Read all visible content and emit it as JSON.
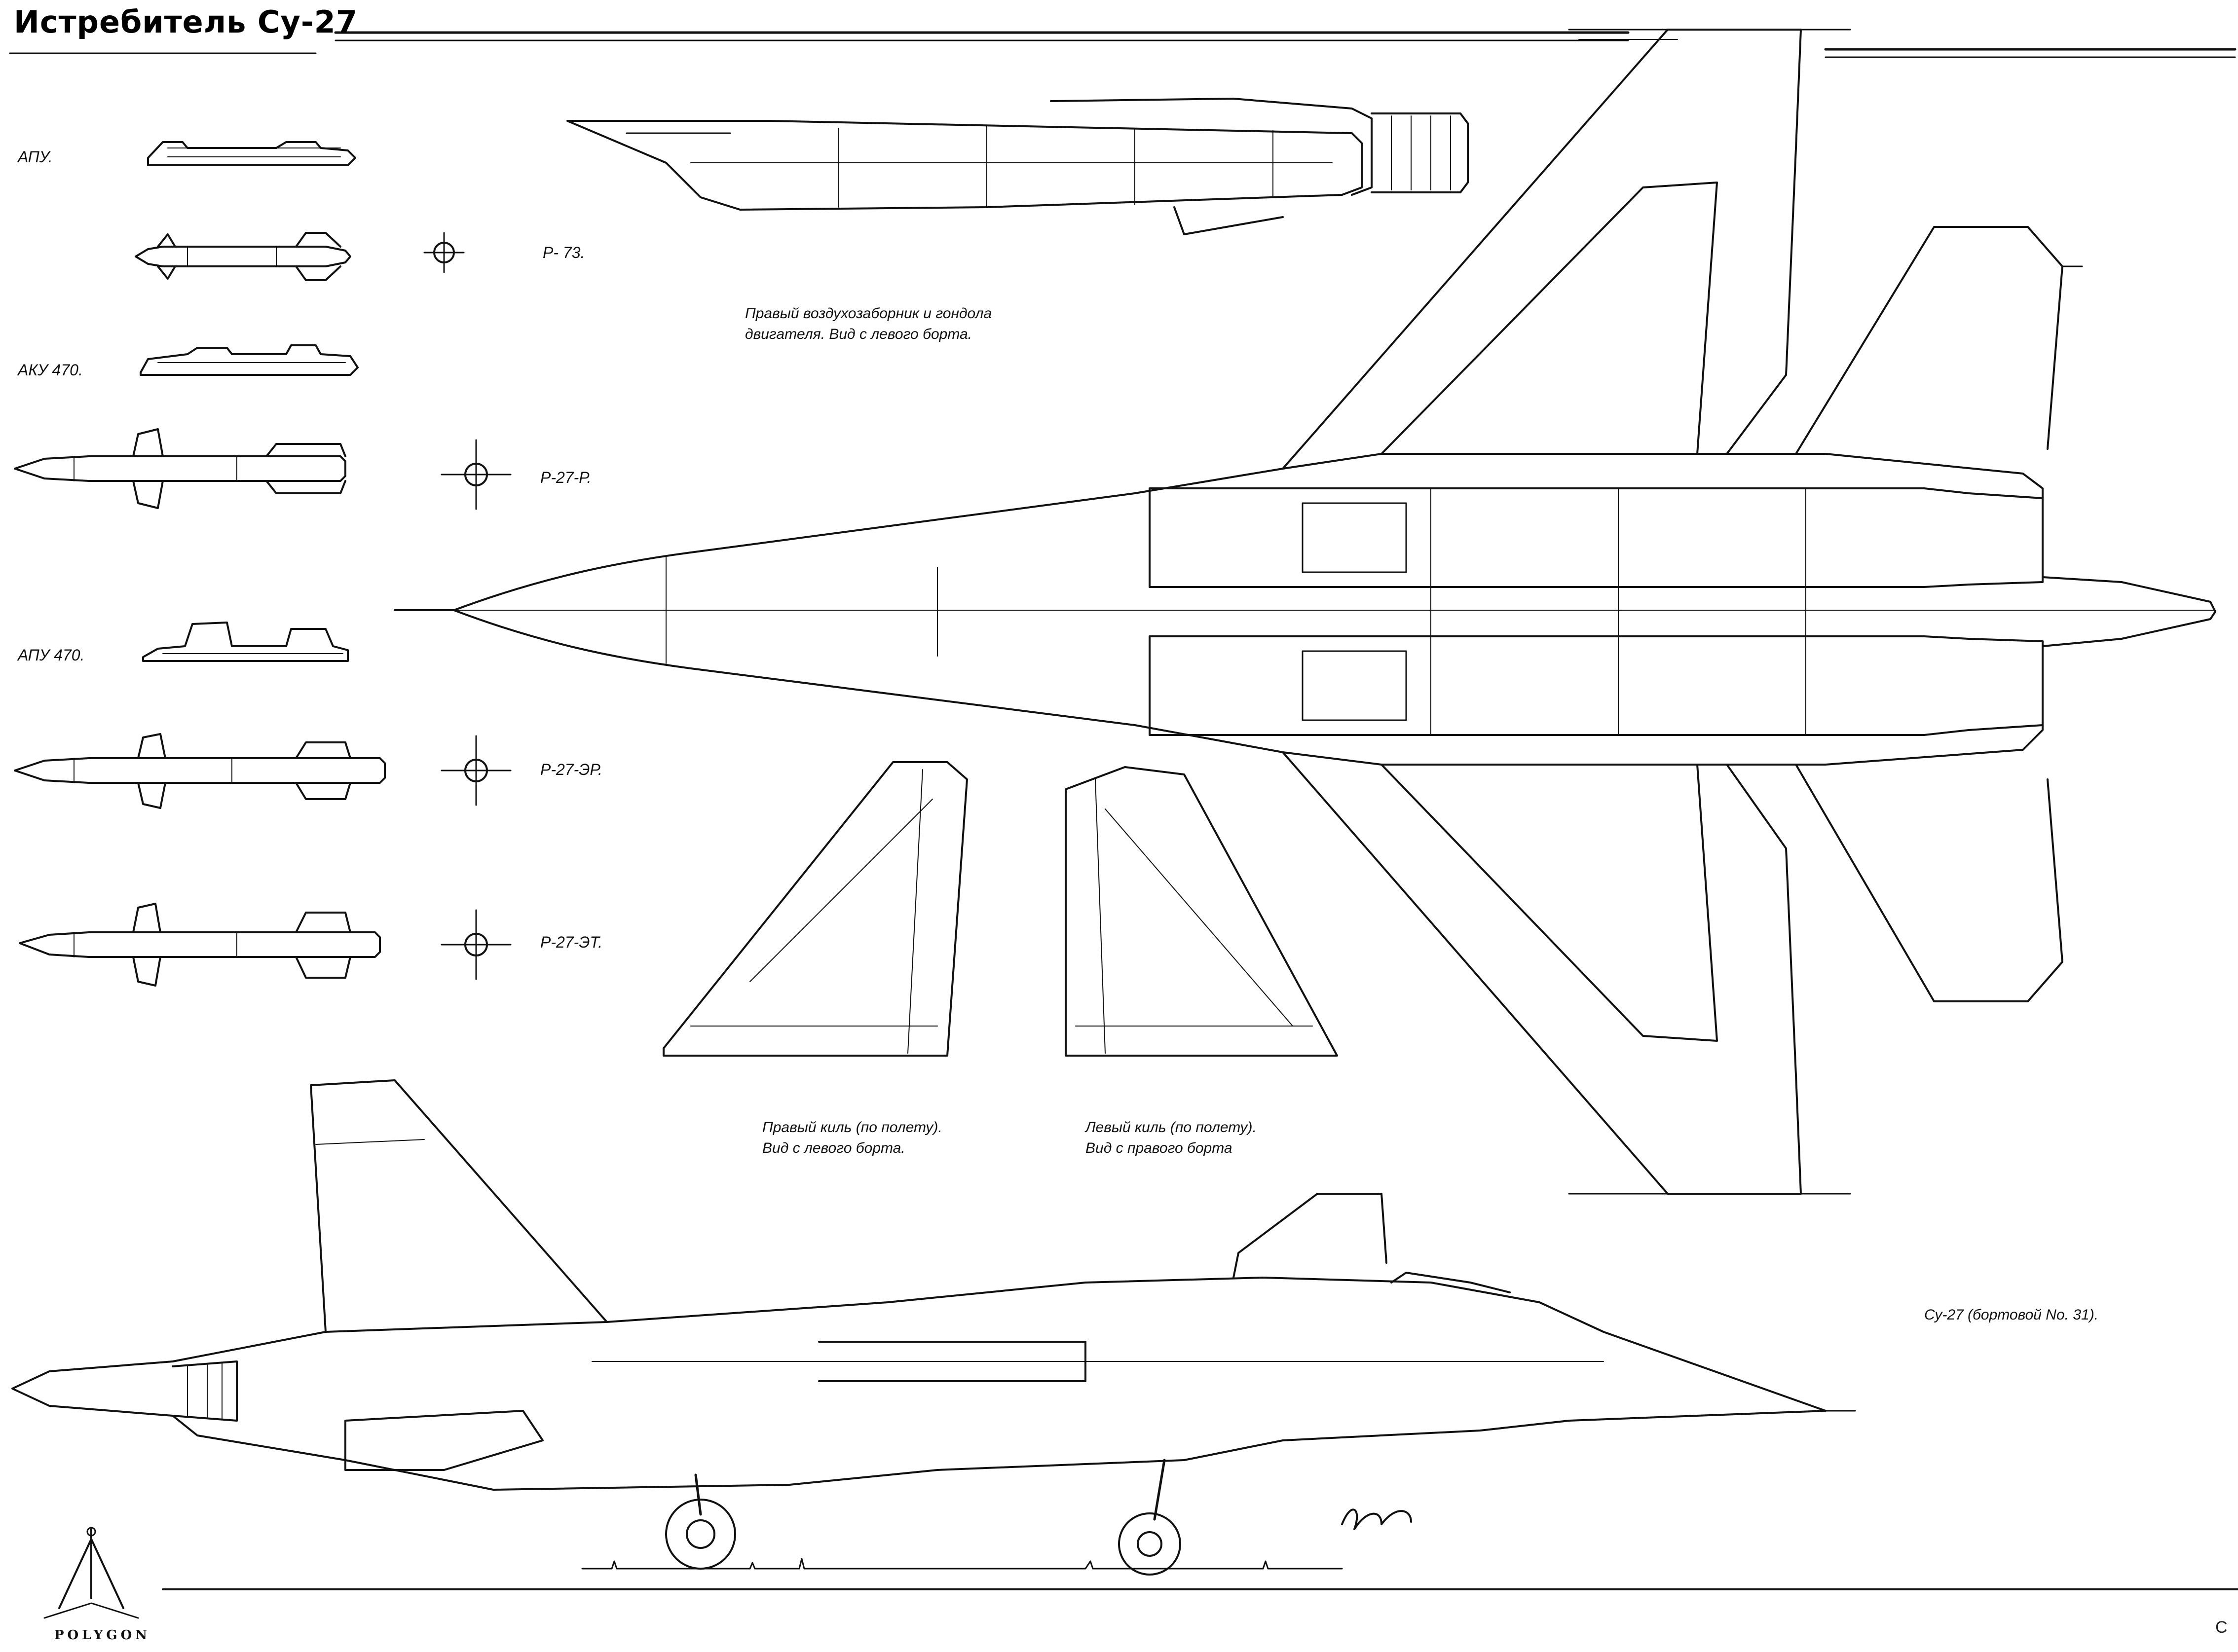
{
  "sheet": {
    "title": "Истребитель Су-27",
    "page_marker": "С",
    "publisher": "POLYGON"
  },
  "weapons": {
    "launchers": [
      {
        "id": "apu",
        "label": "АПУ."
      },
      {
        "id": "aku470",
        "label": "АКУ 470."
      },
      {
        "id": "apu470",
        "label": "АПУ 470."
      }
    ],
    "missiles": [
      {
        "id": "r73",
        "label": "Р- 73."
      },
      {
        "id": "r27r",
        "label": "Р-27-Р."
      },
      {
        "id": "r27er",
        "label": "Р-27-ЭР."
      },
      {
        "id": "r27et",
        "label": "Р-27-ЭТ."
      }
    ]
  },
  "captions": {
    "intake": [
      "Правый воздухозаборник и гондола",
      "двигателя. Вид с левого борта."
    ],
    "right_fin": [
      "Правый киль (по полету).",
      "Вид с левого борта."
    ],
    "left_fin": [
      "Левый киль (по полету).",
      "Вид с правого борта"
    ],
    "aircraft": "Су-27 (бортовой No. 31)."
  },
  "style": {
    "ink": "#111111",
    "paper": "#ffffff"
  }
}
